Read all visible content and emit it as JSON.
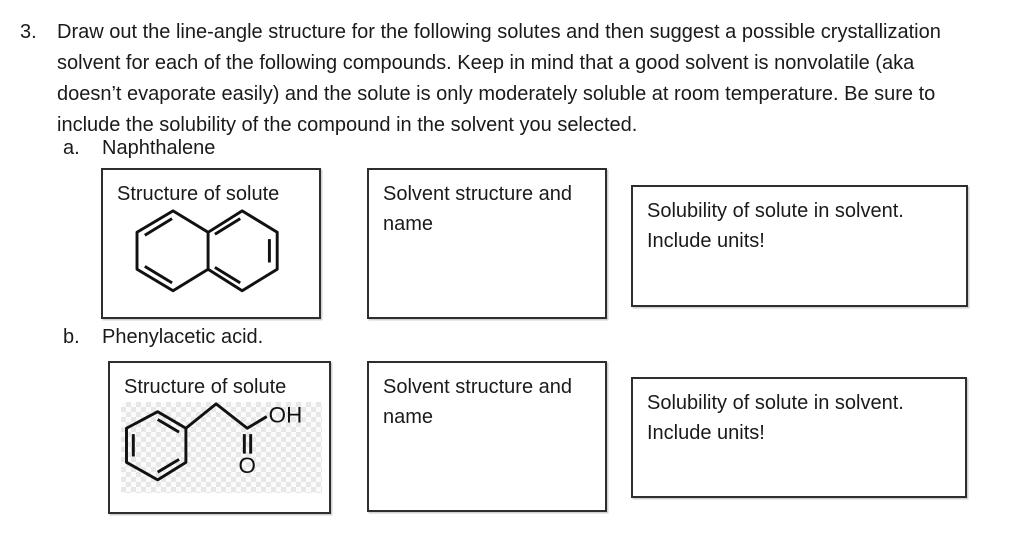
{
  "question": {
    "number": "3.",
    "lines": [
      "Draw out the line-angle structure for the following solutes and then suggest a possible crystallization",
      "solvent for each of the following compounds. Keep in mind that a good solvent is nonvolatile (aka",
      "doesn’t evaporate easily) and the solute is only moderately soluble at room temperature. Be sure to",
      "include the solubility of the compound in the solvent you selected."
    ]
  },
  "parts": [
    {
      "label": "a.",
      "title": "Naphthalene",
      "structure_box": {
        "label": "Structure of solute",
        "molecule": "naphthalene"
      },
      "solvent_box": {
        "lines": [
          "Solvent structure and",
          "name"
        ]
      },
      "solubility_box": {
        "lines": [
          "Solubility of solute in solvent.",
          "Include units!"
        ]
      }
    },
    {
      "label": "b.",
      "title": "Phenylacetic acid.",
      "structure_box": {
        "label": "Structure of solute",
        "molecule": "phenylacetic acid",
        "atom_labels": {
          "hydroxyl": "OH",
          "carbonyl_oxygen": "O"
        }
      },
      "solvent_box": {
        "lines": [
          "Solvent structure and",
          "name"
        ]
      },
      "solubility_box": {
        "lines": [
          "Solubility of solute in solvent.",
          "Include units!"
        ]
      }
    }
  ],
  "colors": {
    "text": "#1a1a1a",
    "box_border": "#2e2e2e",
    "structure_stroke": "#111111",
    "background": "#ffffff",
    "transparency_checker": "#e7e7e7"
  }
}
